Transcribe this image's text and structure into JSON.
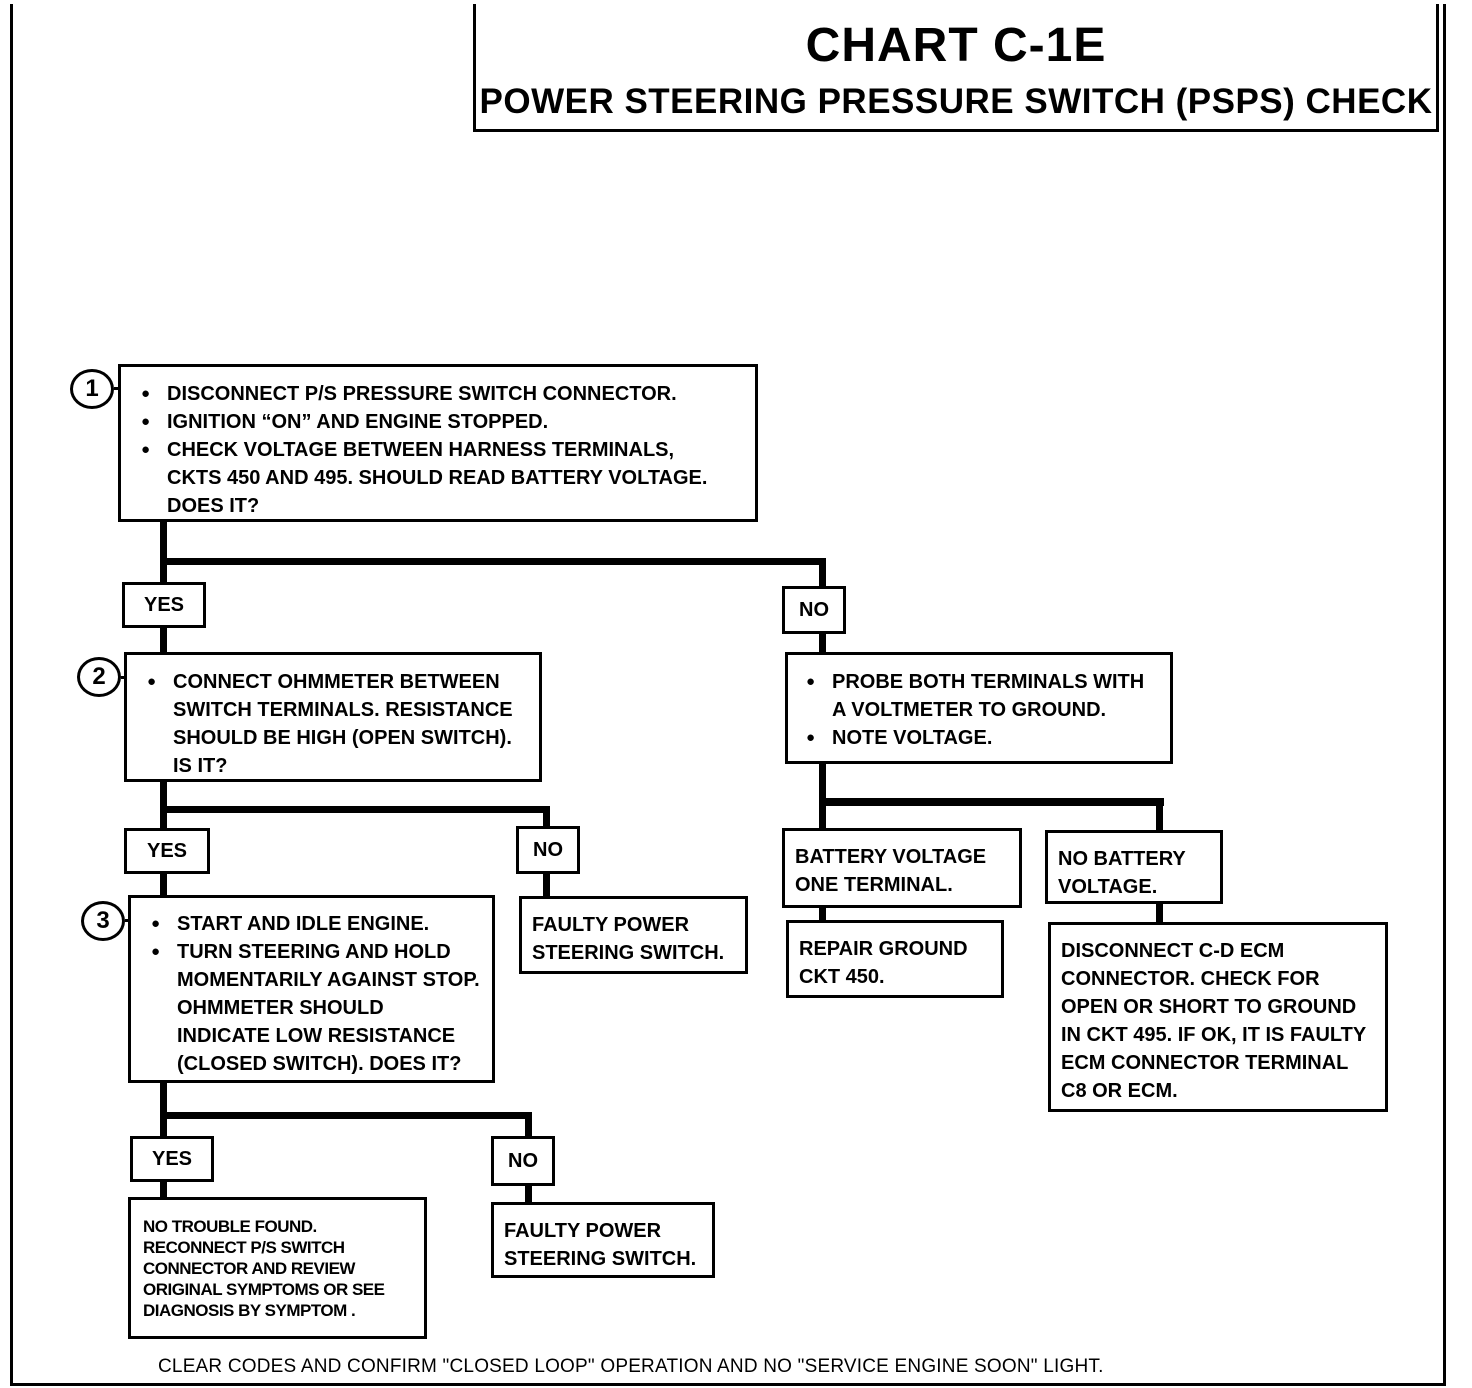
{
  "chart": {
    "title": "CHART C-1E",
    "subtitle": "POWER STEERING PRESSURE SWITCH (PSPS) CHECK"
  },
  "steps": {
    "s1": "1",
    "s2": "2",
    "s3": "3"
  },
  "box1": {
    "items": [
      "DISCONNECT P/S PRESSURE SWITCH CONNECTOR.",
      "IGNITION “ON” AND ENGINE STOPPED.",
      "CHECK VOLTAGE BETWEEN HARNESS TERMINALS, CKTS 450 AND 495. SHOULD READ BATTERY VOLTAGE. DOES IT?"
    ]
  },
  "box2": {
    "items": [
      "CONNECT OHMMETER BETWEEN SWITCH TERMINALS. RESISTANCE SHOULD BE HIGH (OPEN SWITCH). IS IT?"
    ]
  },
  "box3": {
    "items": [
      "START AND IDLE ENGINE.",
      "TURN STEERING AND HOLD MOMENTARILY AGAINST STOP. OHMMETER SHOULD INDICATE LOW RESISTANCE (CLOSED SWITCH). DOES IT?"
    ]
  },
  "probe_box": {
    "items": [
      "PROBE BOTH TERMINALS WITH A VOLTMETER TO GROUND.",
      "NOTE VOLTAGE."
    ]
  },
  "labels": {
    "yes": "YES",
    "no": "NO"
  },
  "results": {
    "faulty_switch": "FAULTY POWER STEERING SWITCH.",
    "battery_one": "BATTERY VOLTAGE ONE TERMINAL.",
    "no_battery": "NO BATTERY VOLTAGE.",
    "repair_ground": "REPAIR GROUND CKT 450.",
    "disconnect_ecm": "DISCONNECT C-D ECM CONNECTOR. CHECK FOR OPEN OR SHORT TO GROUND IN CKT 495. IF OK, IT IS FAULTY ECM CONNECTOR TERMINAL C8 OR ECM.",
    "no_trouble": "NO TROUBLE FOUND. RECONNECT P/S SWITCH CONNECTOR AND REVIEW ORIGINAL SYMPTOMS OR SEE DIAGNOSIS BY SYMPTOM ."
  },
  "footer": "CLEAR CODES AND CONFIRM \"CLOSED LOOP\" OPERATION AND NO \"SERVICE ENGINE SOON\" LIGHT."
}
